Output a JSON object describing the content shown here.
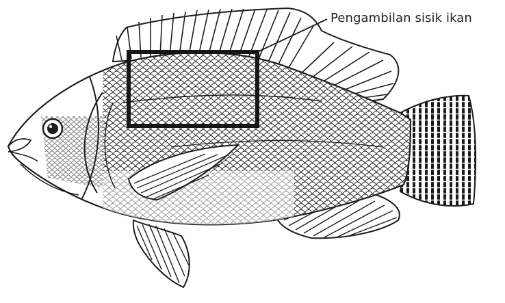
{
  "annotation": {
    "label": "Pengambilan sisik ikan"
  },
  "figure": {
    "subject": "fish-illustration",
    "highlight": "scale-sampling-region",
    "colors": {
      "ink": "#1c1c1c",
      "highlight_box": "#161616",
      "background": "#ffffff"
    }
  }
}
